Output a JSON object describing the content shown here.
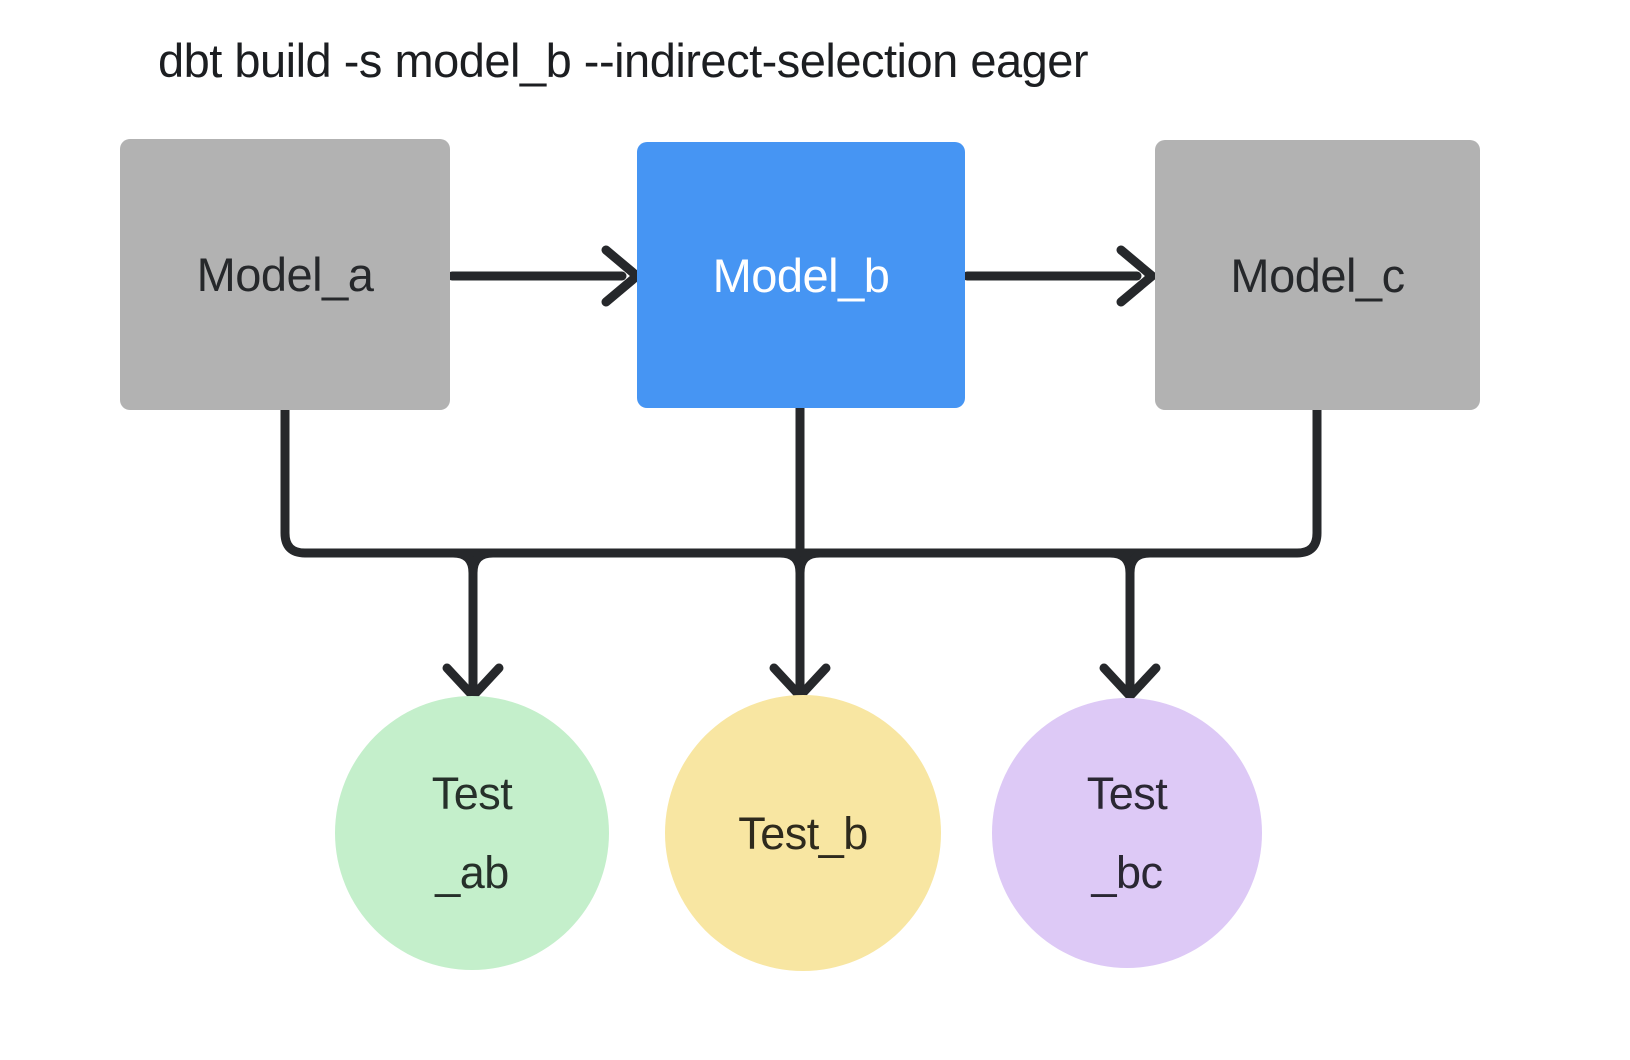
{
  "title": "dbt build -s model_b --indirect-selection eager",
  "canvas": {
    "background": "#ffffff",
    "line_color": "#26282b",
    "title_color": "#1c1e21"
  },
  "models": [
    {
      "id": "model_a",
      "label": "Model_a",
      "fill": "#b2b2b2",
      "text_color": "#26282b",
      "selected": false
    },
    {
      "id": "model_b",
      "label": "Model_b",
      "fill": "#4695f3",
      "text_color": "#ffffff",
      "selected": true
    },
    {
      "id": "model_c",
      "label": "Model_c",
      "fill": "#b2b2b2",
      "text_color": "#26282b",
      "selected": false
    }
  ],
  "tests": [
    {
      "id": "test_ab",
      "label_lines": [
        "Test",
        "_ab"
      ],
      "fill": "#c4efcb",
      "text_color": "#26302a"
    },
    {
      "id": "test_b",
      "label_lines": [
        "Test_b"
      ],
      "fill": "#f8e6a2",
      "text_color": "#2e2a1d"
    },
    {
      "id": "test_bc",
      "label_lines": [
        "Test",
        "_bc"
      ],
      "fill": "#ddc9f6",
      "text_color": "#2a2733"
    }
  ],
  "flow_edges": [
    {
      "from": "Model_a",
      "to": "Model_b"
    },
    {
      "from": "Model_b",
      "to": "Model_c"
    }
  ],
  "test_bus": {
    "sources": [
      "Model_a",
      "Model_b",
      "Model_c"
    ],
    "targets": [
      "Test_ab",
      "Test_b",
      "Test_bc"
    ]
  }
}
